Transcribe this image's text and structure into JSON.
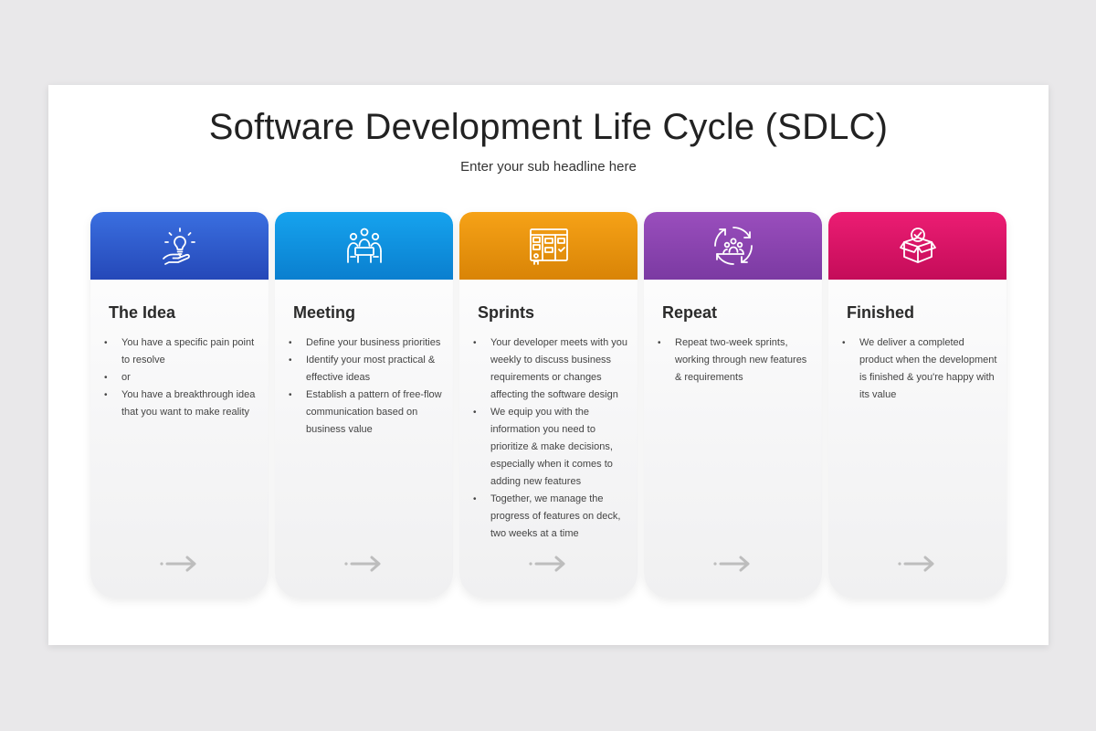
{
  "title": "Software Development Life Cycle (SDLC)",
  "subtitle": "Enter your sub headline here",
  "colors": {
    "card1": [
      "#3a6fe0",
      "#2548b8"
    ],
    "card2": [
      "#16a3ee",
      "#0a7fcf"
    ],
    "card3": [
      "#f6a217",
      "#d98406"
    ],
    "card4": [
      "#9a4ebd",
      "#7b3aa2"
    ],
    "card5": [
      "#ec1d73",
      "#c40c59"
    ],
    "arrow": "#bdbdbd"
  },
  "cards": [
    {
      "title": "The Idea",
      "icon": "lightbulb-hand-icon",
      "items": [
        "You have a specific pain point to resolve",
        "or",
        "You have a breakthrough idea that you want to make reality"
      ]
    },
    {
      "title": "Meeting",
      "icon": "team-meeting-icon",
      "items": [
        "Define your business priorities",
        "Identify your most practical & effective ideas",
        "Establish a pattern of free-flow communication based on business value"
      ]
    },
    {
      "title": "Sprints",
      "icon": "sprint-board-icon",
      "items": [
        "Your developer meets with you weekly to discuss business requirements or changes affecting the software design",
        "We equip you with the information you need to prioritize & make decisions, especially when it comes to adding new features",
        "Together, we manage the progress of features on deck, two weeks at a time"
      ]
    },
    {
      "title": "Repeat",
      "icon": "team-cycle-icon",
      "items": [
        "Repeat two-week sprints, working through new features & requirements"
      ]
    },
    {
      "title": "Finished",
      "icon": "checked-box-icon",
      "items": [
        "We deliver a completed product when the development is finished & you're happy with its value"
      ]
    }
  ]
}
